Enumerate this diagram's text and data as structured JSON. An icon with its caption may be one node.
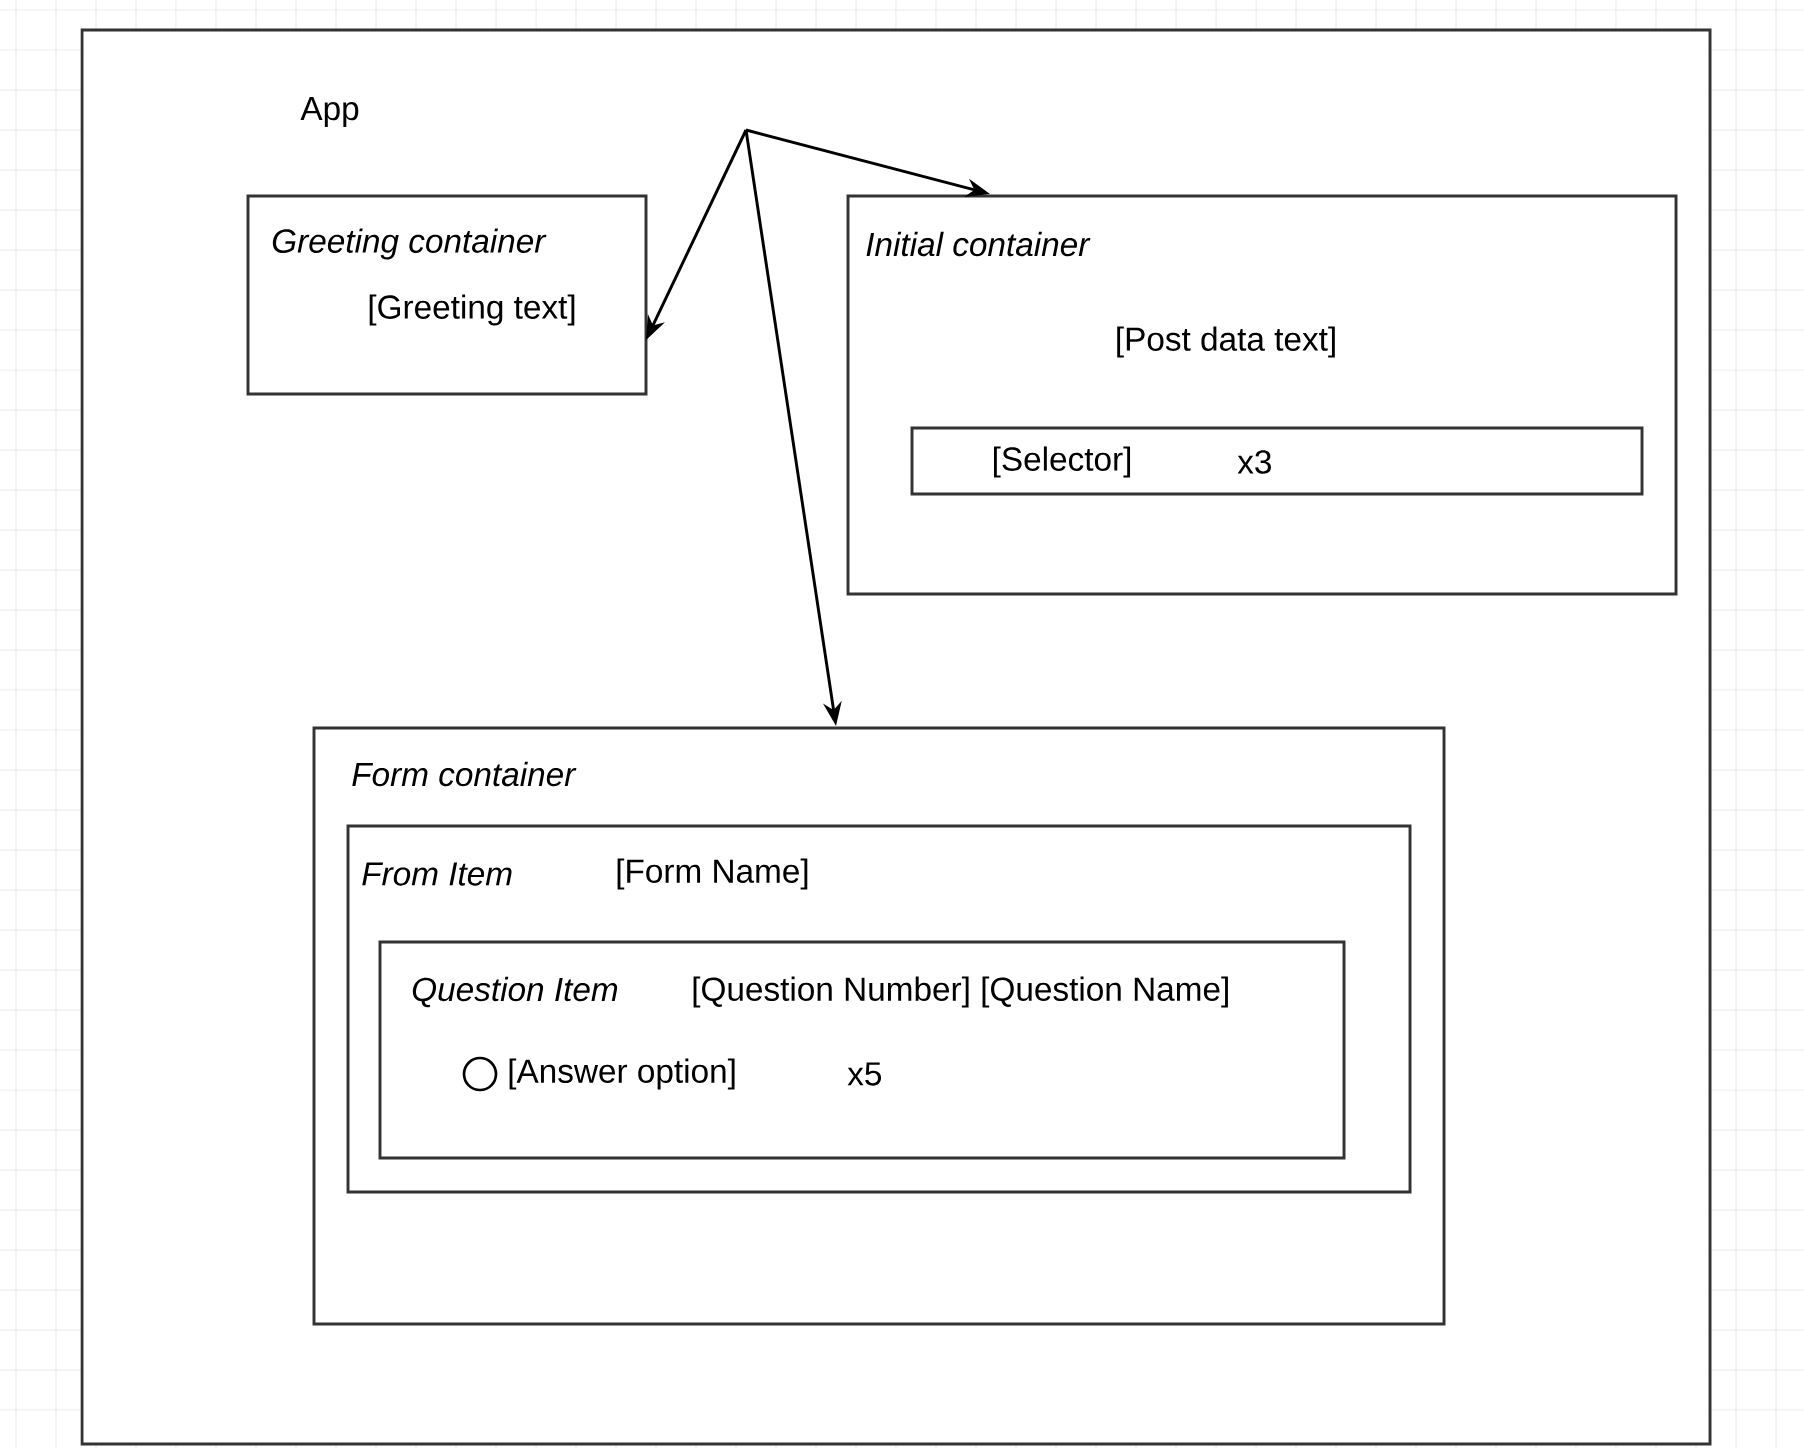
{
  "diagram": {
    "nodes": [
      {
        "text": [
          "App"
        ]
      },
      {
        "text": [
          "Greeting container",
          "[Greeting text]"
        ],
        "in": 0
      },
      {
        "text": [
          "Initial container",
          "[Post data text]"
        ],
        "in": 0
      },
      {
        "text": [
          "[Selector]",
          "x3"
        ],
        "in": 2
      },
      {
        "text": [
          "Form container"
        ],
        "in": 0
      },
      {
        "text": [
          "From Item",
          "[Form Name]"
        ],
        "in": 4
      },
      {
        "text": [
          "Question Item",
          "[Question Number] [Question Name]",
          "[Answer option]",
          "x5"
        ],
        "in": 5
      }
    ],
    "edges": [
      {
        "from": null,
        "to": 1,
        "arrow": "to"
      },
      {
        "from": null,
        "to": 2,
        "arrow": "to"
      },
      {
        "from": null,
        "to": 4,
        "arrow": "to"
      }
    ]
  }
}
